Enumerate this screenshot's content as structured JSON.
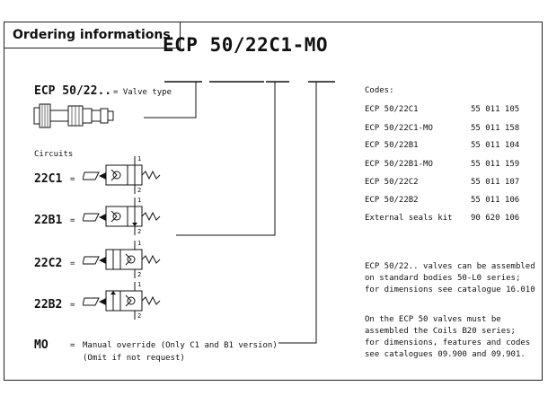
{
  "header": {
    "title": "Ordering informations"
  },
  "main_code": "ECP 50/22C1-MO",
  "valve_type": {
    "code": "ECP 50/22..",
    "description": "= Valve type"
  },
  "circuits": {
    "heading": "Circuits",
    "items": [
      {
        "code": "22C1",
        "eq": "="
      },
      {
        "code": "22B1",
        "eq": "="
      },
      {
        "code": "22C2",
        "eq": "="
      },
      {
        "code": "22B2",
        "eq": "="
      }
    ],
    "port_labels": [
      "1",
      "2"
    ]
  },
  "override": {
    "code": "MO",
    "eq": "=",
    "line1": "Manual override (Only C1 and B1 version)",
    "line2": "(Omit if not request)"
  },
  "codes": {
    "heading": "Codes:",
    "rows": [
      {
        "name": "ECP 50/22C1",
        "code": "55 011 105"
      },
      {
        "name": "ECP 50/22C1-MO",
        "code": "55 011 158"
      },
      {
        "name": "ECP 50/22B1",
        "code": "55 011 104"
      },
      {
        "name": "ECP 50/22B1-MO",
        "code": "55 011 159"
      },
      {
        "name": "ECP 50/22C2",
        "code": "55 011 107"
      },
      {
        "name": "ECP 50/22B2",
        "code": "55 011 106"
      },
      {
        "name": "External seals kit",
        "code": "90 620 106"
      }
    ]
  },
  "notes": {
    "note1": [
      "ECP 50/22.. valves can be assembled",
      "on standard bodies 50-L0 series;",
      "for dimensions see catalogue 16.010"
    ],
    "note2": [
      "On the ECP 50 valves must be",
      "assembled the Coils B20 series;",
      "for dimensions, features and codes",
      "see catalogues 09.900 and 09.901."
    ]
  }
}
